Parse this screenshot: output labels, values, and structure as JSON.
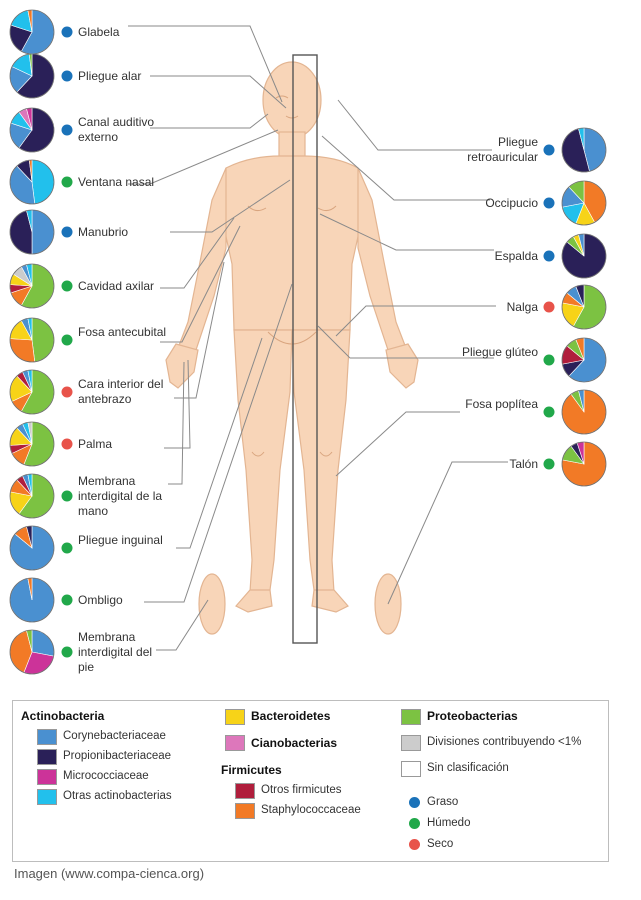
{
  "palette": {
    "corynebacteriaceae": "#4a90d0",
    "propionibacteriaceae": "#2a2058",
    "micrococcaceae": "#cc3399",
    "otras_actinobacterias": "#22c0ec",
    "bacteroidetes": "#f7d318",
    "cianobacterias": "#dd77bb",
    "otros_firmicutes": "#b01e3c",
    "staphylococcaceae": "#f27a26",
    "proteobacterias": "#7cc242",
    "divisiones_menores": "#cccccc",
    "sin_clasificacion": "#ffffff",
    "graso": "#1a72b9",
    "humedo": "#21a84a",
    "seco": "#e8534a",
    "skin": "#f8d5b8",
    "skin_edge": "#e3b592"
  },
  "sites_left": [
    {
      "label": "Glabela",
      "type": "graso",
      "comp": [
        [
          "corynebacteriaceae",
          0.58
        ],
        [
          "propionibacteriaceae",
          0.22
        ],
        [
          "otras_actinobacterias",
          0.17
        ],
        [
          "staphylococcaceae",
          0.03
        ]
      ]
    },
    {
      "label": "Pliegue alar",
      "type": "graso",
      "comp": [
        [
          "propionibacteriaceae",
          0.62
        ],
        [
          "corynebacteriaceae",
          0.2
        ],
        [
          "otras_actinobacterias",
          0.16
        ],
        [
          "proteobacterias",
          0.02
        ]
      ]
    },
    {
      "label": "Canal auditivo externo",
      "type": "graso",
      "comp": [
        [
          "propionibacteriaceae",
          0.6
        ],
        [
          "corynebacteriaceae",
          0.2
        ],
        [
          "otras_actinobacterias",
          0.1
        ],
        [
          "cianobacterias",
          0.06
        ],
        [
          "micrococcaceae",
          0.04
        ]
      ]
    },
    {
      "label": "Ventana nasal",
      "type": "humedo",
      "comp": [
        [
          "otras_actinobacterias",
          0.48
        ],
        [
          "corynebacteriaceae",
          0.4
        ],
        [
          "propionibacteriaceae",
          0.1
        ],
        [
          "staphylococcaceae",
          0.02
        ]
      ]
    },
    {
      "label": "Manubrio",
      "type": "graso",
      "comp": [
        [
          "corynebacteriaceae",
          0.5
        ],
        [
          "propionibacteriaceae",
          0.46
        ],
        [
          "otras_actinobacterias",
          0.04
        ]
      ]
    },
    {
      "label": "Cavidad axilar",
      "type": "humedo",
      "comp": [
        [
          "proteobacterias",
          0.58
        ],
        [
          "staphylococcaceae",
          0.12
        ],
        [
          "otros_firmicutes",
          0.06
        ],
        [
          "bacteroidetes",
          0.08
        ],
        [
          "divisiones_menores",
          0.08
        ],
        [
          "corynebacteriaceae",
          0.04
        ],
        [
          "otras_actinobacterias",
          0.04
        ]
      ]
    },
    {
      "label": "Fosa antecubital",
      "type": "humedo",
      "comp": [
        [
          "proteobacterias",
          0.48
        ],
        [
          "staphylococcaceae",
          0.28
        ],
        [
          "bacteroidetes",
          0.16
        ],
        [
          "corynebacteriaceae",
          0.05
        ],
        [
          "otras_actinobacterias",
          0.03
        ]
      ]
    },
    {
      "label": "Cara interior del antebrazo",
      "type": "seco",
      "comp": [
        [
          "proteobacterias",
          0.58
        ],
        [
          "staphylococcaceae",
          0.1
        ],
        [
          "bacteroidetes",
          0.2
        ],
        [
          "otros_firmicutes",
          0.05
        ],
        [
          "corynebacteriaceae",
          0.04
        ],
        [
          "otras_actinobacterias",
          0.03
        ]
      ]
    },
    {
      "label": "Palma",
      "type": "seco",
      "comp": [
        [
          "proteobacterias",
          0.56
        ],
        [
          "staphylococcaceae",
          0.12
        ],
        [
          "otros_firmicutes",
          0.06
        ],
        [
          "bacteroidetes",
          0.14
        ],
        [
          "corynebacteriaceae",
          0.05
        ],
        [
          "otras_actinobacterias",
          0.04
        ],
        [
          "divisiones_menores",
          0.03
        ]
      ]
    },
    {
      "label": "Membrana interdigital de la mano",
      "type": "humedo",
      "comp": [
        [
          "proteobacterias",
          0.6
        ],
        [
          "bacteroidetes",
          0.18
        ],
        [
          "staphylococcaceae",
          0.1
        ],
        [
          "otros_firmicutes",
          0.05
        ],
        [
          "corynebacteriaceae",
          0.04
        ],
        [
          "otras_actinobacterias",
          0.03
        ]
      ]
    },
    {
      "label": "Pliegue inguinal",
      "type": "humedo",
      "comp": [
        [
          "corynebacteriaceae",
          0.86
        ],
        [
          "staphylococcaceae",
          0.1
        ],
        [
          "propionibacteriaceae",
          0.04
        ]
      ]
    },
    {
      "label": "Ombligo",
      "type": "humedo",
      "comp": [
        [
          "corynebacteriaceae",
          0.97
        ],
        [
          "staphylococcaceae",
          0.03
        ]
      ]
    },
    {
      "label": "Membrana interdigital del pie",
      "type": "humedo",
      "comp": [
        [
          "corynebacteriaceae",
          0.28
        ],
        [
          "micrococcaceae",
          0.28
        ],
        [
          "staphylococcaceae",
          0.4
        ],
        [
          "proteobacterias",
          0.04
        ]
      ]
    }
  ],
  "sites_right": [
    {
      "label": "Pliegue retroauricular",
      "type": "graso",
      "comp": [
        [
          "corynebacteriaceae",
          0.46
        ],
        [
          "propionibacteriaceae",
          0.5
        ],
        [
          "otras_actinobacterias",
          0.04
        ]
      ]
    },
    {
      "label": "Occipucio",
      "type": "graso",
      "comp": [
        [
          "staphylococcaceae",
          0.42
        ],
        [
          "bacteroidetes",
          0.14
        ],
        [
          "otras_actinobacterias",
          0.16
        ],
        [
          "corynebacteriaceae",
          0.16
        ],
        [
          "proteobacterias",
          0.12
        ]
      ]
    },
    {
      "label": "Espalda",
      "type": "graso",
      "comp": [
        [
          "propionibacteriaceae",
          0.86
        ],
        [
          "proteobacterias",
          0.06
        ],
        [
          "bacteroidetes",
          0.04
        ],
        [
          "corynebacteriaceae",
          0.04
        ]
      ]
    },
    {
      "label": "Nalga",
      "type": "seco",
      "comp": [
        [
          "proteobacterias",
          0.58
        ],
        [
          "bacteroidetes",
          0.2
        ],
        [
          "staphylococcaceae",
          0.08
        ],
        [
          "corynebacteriaceae",
          0.08
        ],
        [
          "propionibacteriaceae",
          0.06
        ]
      ]
    },
    {
      "label": "Pliegue glúteo",
      "type": "humedo",
      "comp": [
        [
          "corynebacteriaceae",
          0.62
        ],
        [
          "propionibacteriaceae",
          0.1
        ],
        [
          "otros_firmicutes",
          0.14
        ],
        [
          "proteobacterias",
          0.08
        ],
        [
          "staphylococcaceae",
          0.06
        ]
      ]
    },
    {
      "label": "Fosa poplítea",
      "type": "humedo",
      "comp": [
        [
          "staphylococcaceae",
          0.9
        ],
        [
          "proteobacterias",
          0.06
        ],
        [
          "corynebacteriaceae",
          0.04
        ]
      ]
    },
    {
      "label": "Talón",
      "type": "humedo",
      "comp": [
        [
          "staphylococcaceae",
          0.78
        ],
        [
          "proteobacterias",
          0.12
        ],
        [
          "propionibacteriaceae",
          0.05
        ],
        [
          "micrococcaceae",
          0.05
        ]
      ]
    }
  ],
  "legend": {
    "actinobacteria_title": "Actinobacteria",
    "actinobacteria_items": [
      "Corynebacteriaceae",
      "Propionibacteriaceae",
      "Micrococciaceae",
      "Otras actinobacterias"
    ],
    "bacteroidetes": "Bacteroidetes",
    "cianobacterias": "Cianobacterias",
    "firmicutes_title": "Firmicutes",
    "firmicutes_items": [
      "Otros firmicutes",
      "Staphylococcaceae"
    ],
    "proteobacterias": "Proteobacterias",
    "divisiones": "Divisiones contribuyendo <1%",
    "sin_clasificacion": "Sin clasificación",
    "graso": "Graso",
    "humedo": "Húmedo",
    "seco": "Seco"
  },
  "credit": "Imagen (www.compa-cienca.org)"
}
